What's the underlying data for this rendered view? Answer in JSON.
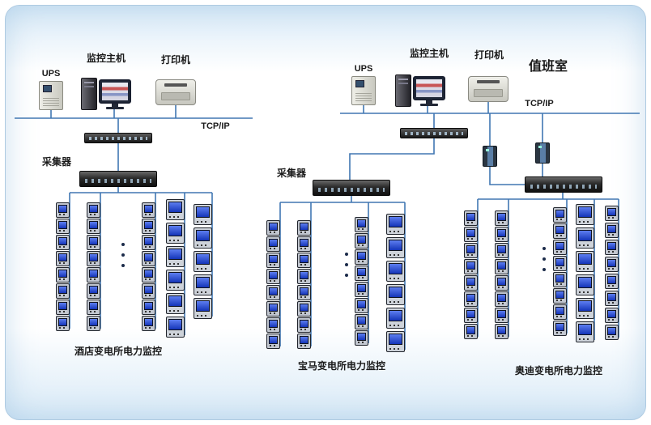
{
  "panel": {
    "stations": [
      {
        "ups_label": "UPS",
        "host_label": "监控主机",
        "printer_label": "打印机",
        "network_label": "TCP/IP"
      },
      {
        "ups_label": "UPS",
        "host_label": "监控主机",
        "printer_label": "打印机",
        "network_label": "TCP/IP",
        "room_label": "值班室"
      }
    ],
    "groups": [
      {
        "caption": "酒店变电所电力监控",
        "collector_label": "采集器",
        "has_ellipsis": true,
        "columns": [
          {
            "count": 8,
            "size": "small"
          },
          {
            "count": 8,
            "size": "small"
          },
          {
            "count": 8,
            "size": "small"
          },
          {
            "count": 6,
            "size": "large"
          },
          {
            "count": 5,
            "size": "large"
          }
        ]
      },
      {
        "caption": "宝马变电所电力监控",
        "collector_label": "采集器",
        "has_ellipsis": true,
        "columns": [
          {
            "count": 8,
            "size": "small"
          },
          {
            "count": 8,
            "size": "small"
          },
          {
            "count": 8,
            "size": "small"
          },
          {
            "count": 6,
            "size": "large"
          }
        ]
      },
      {
        "caption": "奥迪变电所电力监控",
        "has_ellipsis": true,
        "columns": [
          {
            "count": 8,
            "size": "small"
          },
          {
            "count": 8,
            "size": "small"
          },
          {
            "count": 8,
            "size": "small"
          },
          {
            "count": 6,
            "size": "large"
          },
          {
            "count": 8,
            "size": "small"
          }
        ]
      }
    ],
    "colors": {
      "wire": "#4077b2",
      "meter_screen": "#2a52d8"
    }
  }
}
